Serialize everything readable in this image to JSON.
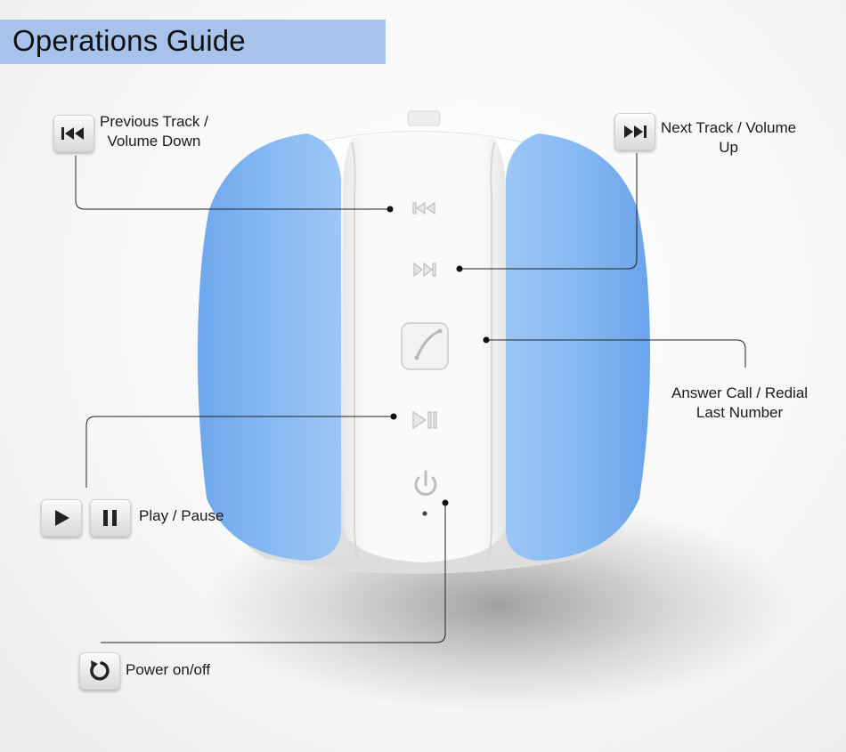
{
  "title": "Operations Guide",
  "callouts": {
    "previous_track": {
      "line1": "Previous Track /",
      "line2": "Volume Down",
      "icon": "rewind-icon"
    },
    "next_track": {
      "line1": "Next Track / Volume",
      "line2": "Up",
      "icon": "fast-forward-icon"
    },
    "answer_call": {
      "line1": "Answer Call / Redial",
      "line2": "Last Number",
      "icon": "phone-icon"
    },
    "play_pause": {
      "label": "Play / Pause",
      "icons": [
        "play-icon",
        "pause-icon"
      ]
    },
    "power": {
      "label": "Power on/off",
      "icon": "power-cycle-icon"
    }
  },
  "colors": {
    "title_bar": "#a7c3ec",
    "speaker_blue": "#7fb2ee",
    "speaker_white": "#f6f6f6"
  }
}
